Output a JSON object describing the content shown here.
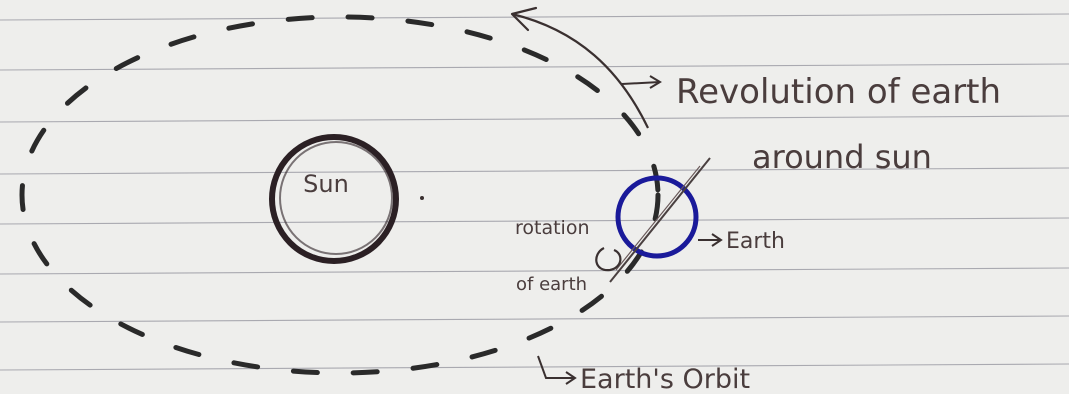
{
  "diagram": {
    "labels": {
      "sun": "Sun",
      "revolution_line1": "Revolution of earth",
      "revolution_line2": "around sun",
      "earth": "Earth",
      "rotation_line1": "rotation",
      "rotation_line2": "of earth",
      "orbit": "Earth's Orbit"
    },
    "colors": {
      "paper": "#eeeeec",
      "ruled_lines": "#a9a9b0",
      "ink": "#3a3030",
      "sun_outline": "#2b2024",
      "earth_outline": "#1a1a9a",
      "orbit_dashes": "#2a2a2a"
    }
  }
}
